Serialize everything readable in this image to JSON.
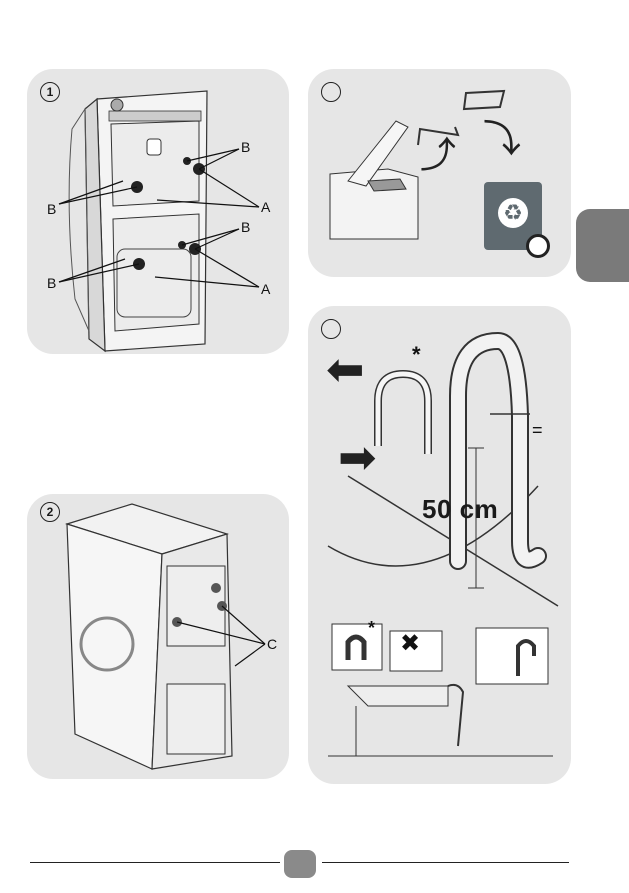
{
  "steps": {
    "step1": "1",
    "step2": "2",
    "step3": "",
    "step4": ""
  },
  "callouts": {
    "A_upper": "A",
    "A_lower": "A",
    "B_upper_right": "B",
    "B_upper_left": "B",
    "B_lower_right": "B",
    "B_lower_left": "B",
    "C": "C"
  },
  "measurement": "50 cm",
  "equal_sign": "=",
  "asterisk": "*",
  "page_number": "",
  "colors": {
    "panel_bg": "#e6e6e6",
    "language_tab": "#7a7a7a",
    "recycle_bin": "#5f6a70"
  },
  "icons": [
    "recycle-icon",
    "arrow-left-icon",
    "arrow-right-icon",
    "curved-arrow-icon",
    "cross-icon"
  ]
}
